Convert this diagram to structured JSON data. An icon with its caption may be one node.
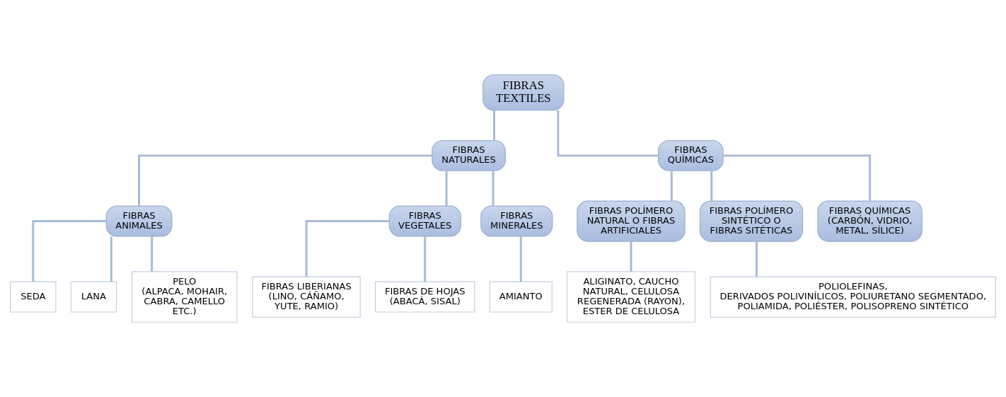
{
  "diagram": {
    "nodes": [
      {
        "text": [
          "FIBRAS TEXTILES"
        ]
      },
      {
        "text": [
          "FIBRAS NATURALES"
        ]
      },
      {
        "text": [
          "FIBRAS QUÍMICAS"
        ]
      },
      {
        "text": [
          "FIBRAS ANIMALES"
        ]
      },
      {
        "text": [
          "FIBRAS VEGETALES"
        ]
      },
      {
        "text": [
          "FIBRAS MINERALES"
        ]
      },
      {
        "text": [
          "FIBRAS POLÍMERO NATURAL O FIBRAS ARTIFICIALES"
        ]
      },
      {
        "text": [
          "FIBRAS POLÍMERO SINTÉTICO O FIBRAS SITÉTICAS"
        ]
      },
      {
        "text": [
          "FIBRAS QUÍMICAS",
          "(CARBÓN, VIDRIO, METAL, SÍLICE)"
        ]
      },
      {
        "text": [
          "SEDA"
        ]
      },
      {
        "text": [
          "LANA"
        ]
      },
      {
        "text": [
          "PELO",
          "(ALPACA, MOHAIR, CABRA, CAMELLO ETC.)"
        ]
      },
      {
        "text": [
          "FIBRAS LIBERIANAS",
          "(LINO, CÁÑAMO, YUTE, RAMIO)"
        ]
      },
      {
        "text": [
          "FIBRAS DE HOJAS",
          "(ABACÁ, SISAL)"
        ]
      },
      {
        "text": [
          "AMIANTO"
        ]
      },
      {
        "text": [
          "ALIGINATO, CAUCHO NATURAL, CELULOSA REGENERADA (RAYON), ESTER DE CELULOSA"
        ]
      },
      {
        "text": [
          "POLIOLEFINAS,",
          "DERIVADOS POLIVINÍLICOS, POLIURETANO SEGMENTADO, POLIAMIDA, POLIÉSTER, POLISOPRENO SINTÉTICO"
        ]
      }
    ],
    "edges": [
      {
        "from": 0,
        "to": 1,
        "arrow": "none"
      },
      {
        "from": 0,
        "to": 2,
        "arrow": "none"
      },
      {
        "from": 1,
        "to": 3,
        "arrow": "none"
      },
      {
        "from": 1,
        "to": 4,
        "arrow": "none"
      },
      {
        "from": 1,
        "to": 5,
        "arrow": "none"
      },
      {
        "from": 2,
        "to": 6,
        "arrow": "none"
      },
      {
        "from": 2,
        "to": 7,
        "arrow": "none"
      },
      {
        "from": 2,
        "to": 8,
        "arrow": "none"
      },
      {
        "from": 3,
        "to": 9,
        "arrow": "none"
      },
      {
        "from": 3,
        "to": 10,
        "arrow": "none"
      },
      {
        "from": 3,
        "to": 11,
        "arrow": "none"
      },
      {
        "from": 4,
        "to": 12,
        "arrow": "none"
      },
      {
        "from": 4,
        "to": 13,
        "arrow": "none"
      },
      {
        "from": 5,
        "to": 14,
        "arrow": "none"
      },
      {
        "from": 6,
        "to": 15,
        "arrow": "none"
      },
      {
        "from": 7,
        "to": 16,
        "arrow": "none"
      }
    ]
  }
}
